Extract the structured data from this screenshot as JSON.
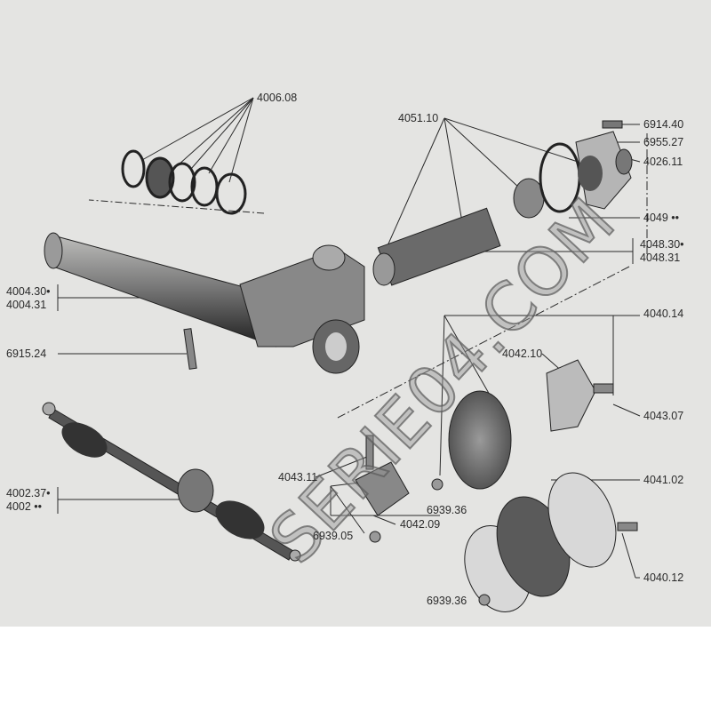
{
  "watermark": "SERIE04.COM",
  "labels": {
    "l4006_08": "4006.08",
    "l4051_10": "4051.10",
    "l6914_40": "6914.40",
    "l6955_27": "6955.27",
    "l4026_11": "4026.11",
    "l4049": "4049 ••",
    "l4048_30": "4048.30•",
    "l4048_31": "4048.31",
    "l4004_30": "4004.30•",
    "l4004_31": "4004.31",
    "l4040_14": "4040.14",
    "l6915_24": "6915.24",
    "l4042_10": "4042.10",
    "l4043_07": "4043.07",
    "l4043_11": "4043.11",
    "l4002_37": "4002.37•",
    "l4002": "4002 ••",
    "l6939_36a": "6939.36",
    "l4042_09": "4042.09",
    "l6939_05": "6939.05",
    "l4041_02": "4041.02",
    "l4040_12": "4040.12",
    "l6939_36b": "6939.36"
  },
  "colors": {
    "paper": "#e4e4e2",
    "ink": "#2a2a2a",
    "part_dark": "#3a3a3a",
    "part_mid": "#8a8a8a"
  }
}
